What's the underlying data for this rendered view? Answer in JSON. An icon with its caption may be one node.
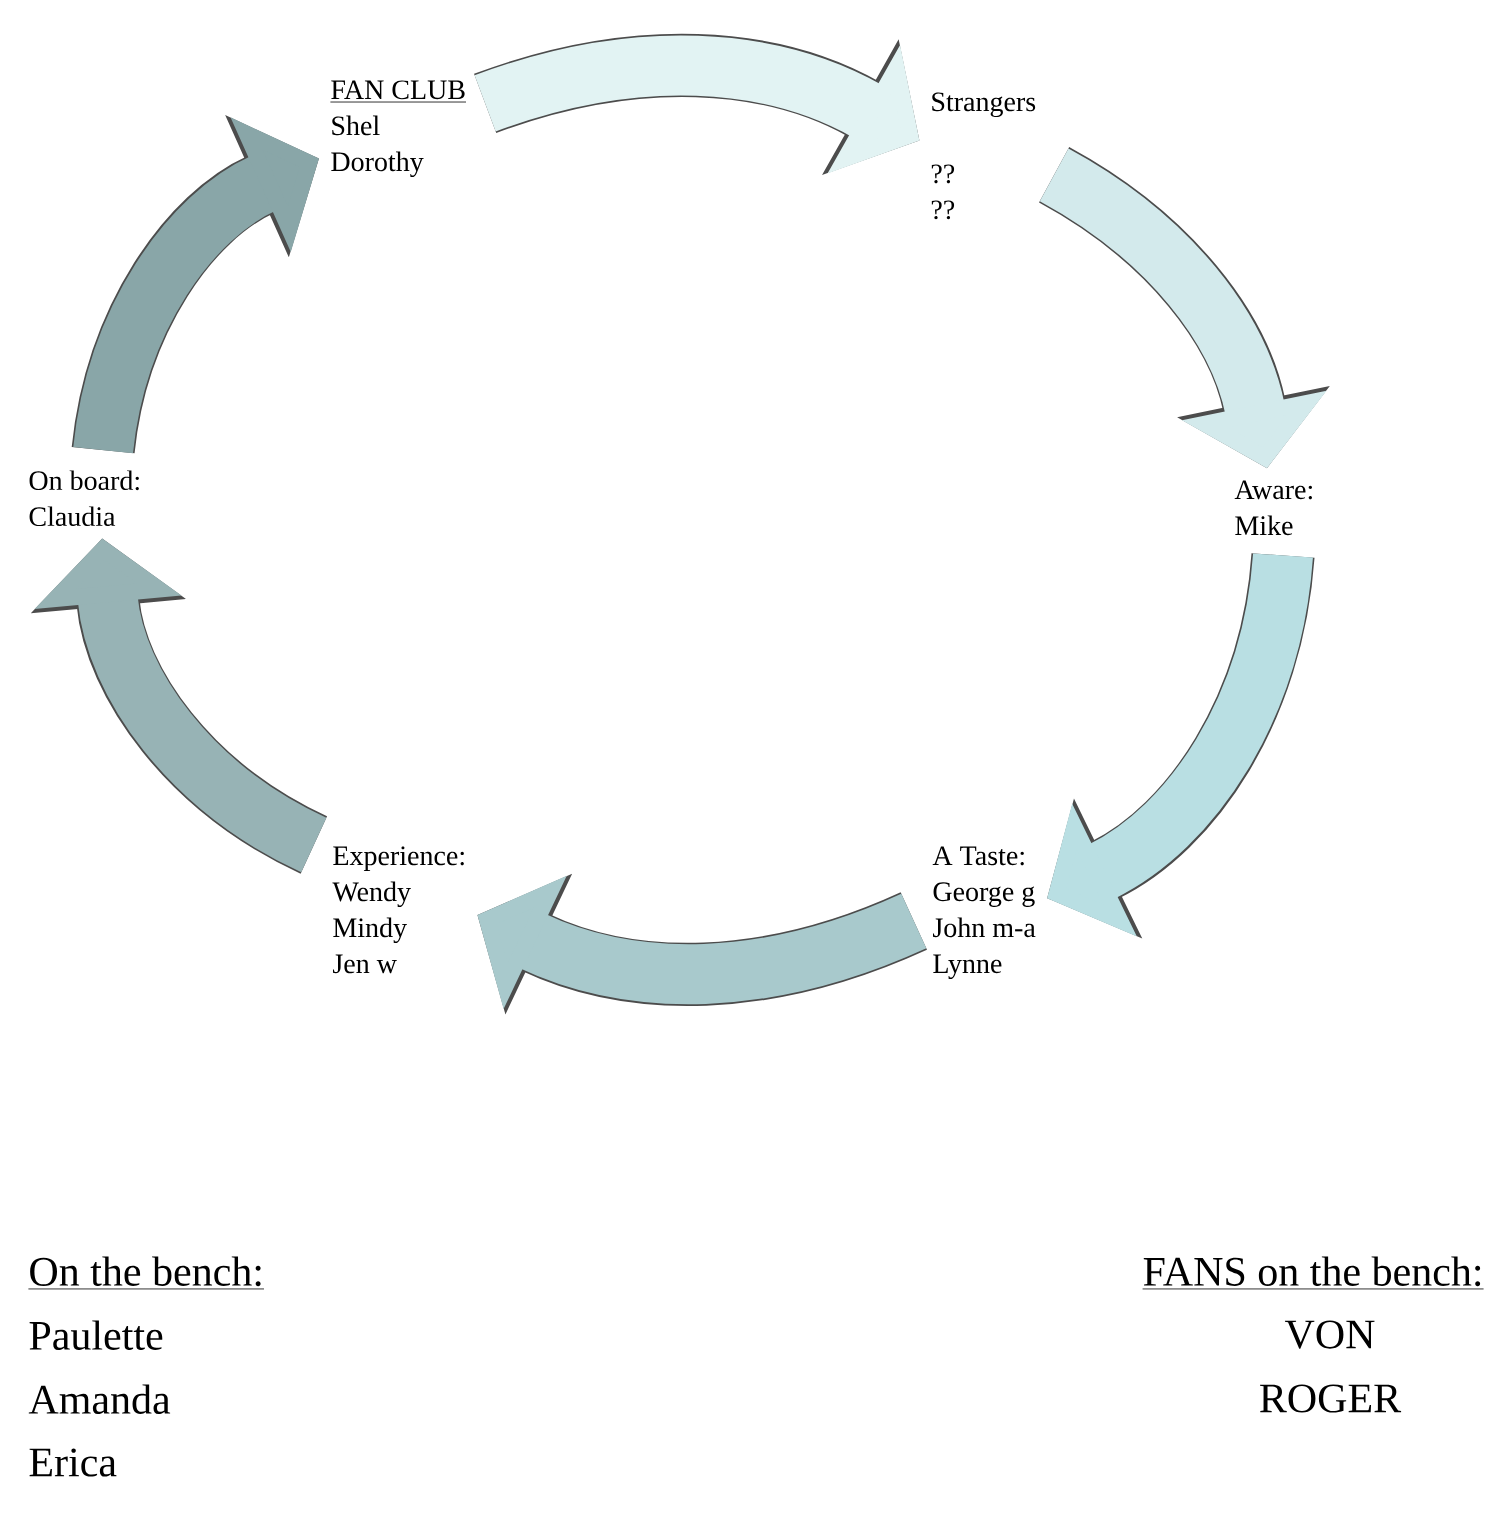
{
  "diagram": {
    "nodes": [
      {
        "text": [
          "FAN CLUB",
          "Shel",
          "Dorothy"
        ]
      },
      {
        "text": [
          "Strangers",
          "??",
          "??"
        ]
      },
      {
        "text": [
          "Aware:",
          "Mike"
        ]
      },
      {
        "text": [
          "A Taste:",
          "George g",
          "John m-a",
          "Lynne"
        ]
      },
      {
        "text": [
          "Experience:",
          "Wendy",
          "Mindy",
          "Jen w"
        ]
      },
      {
        "text": [
          "On board:",
          "Claudia"
        ]
      }
    ],
    "edges": [
      {
        "from": 0,
        "to": 1,
        "arrow": "to",
        "color": "#e2f3f3"
      },
      {
        "from": 1,
        "to": 2,
        "arrow": "to",
        "color": "#d3eaec"
      },
      {
        "from": 2,
        "to": 3,
        "arrow": "to",
        "color": "#b9dfe3"
      },
      {
        "from": 3,
        "to": 4,
        "arrow": "to",
        "color": "#a8c9cc"
      },
      {
        "from": 4,
        "to": 5,
        "arrow": "to",
        "color": "#97b3b5"
      },
      {
        "from": 5,
        "to": 0,
        "arrow": "to",
        "color": "#89a6a8"
      }
    ],
    "labels": [
      "On the bench:",
      "Paulette",
      "Amanda",
      "Erica",
      "FANS on the bench:",
      "VON",
      "ROGER"
    ]
  }
}
